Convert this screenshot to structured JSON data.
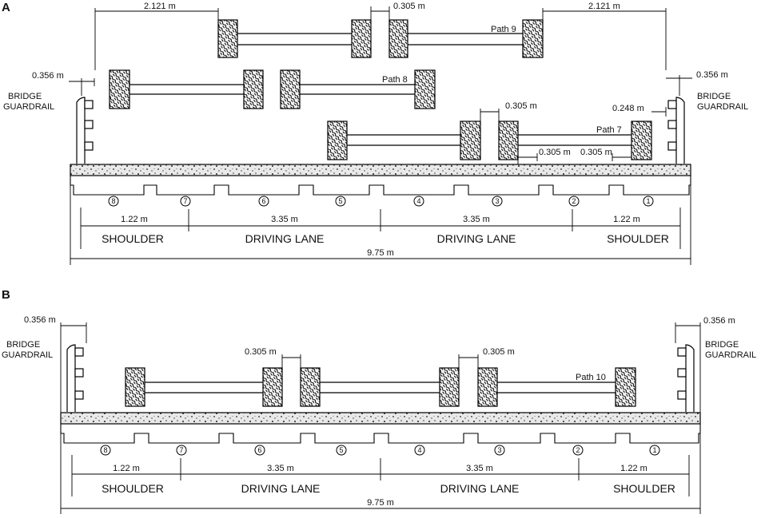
{
  "panels": [
    {
      "letter": "A",
      "labels": {
        "guard_left_1": "BRIDGE",
        "guard_left_2": "GUARDRAIL",
        "guard_right_1": "BRIDGE",
        "guard_right_2": "GUARDRAIL",
        "offset_left": "0.356 m",
        "offset_right": "0.356 m",
        "path9_left_gap": "2.121 m",
        "path9_mid_gap": "0.305 m",
        "path9_right_gap": "2.121 m",
        "path9": "Path 9",
        "path8": "Path 8",
        "path7": "Path 7",
        "path7_mid_gap": "0.305 m",
        "path7_right_gap": "0.248 m",
        "path7_gap_a": "0.305 m",
        "path7_gap_b": "0.305 m"
      },
      "girders": [
        "8",
        "7",
        "6",
        "5",
        "4",
        "3",
        "2",
        "1"
      ],
      "dims": [
        "1.22 m",
        "3.35 m",
        "3.35 m",
        "1.22 m"
      ],
      "lanes": [
        "SHOULDER",
        "DRIVING LANE",
        "DRIVING LANE",
        "SHOULDER"
      ],
      "total": "9.75 m"
    },
    {
      "letter": "B",
      "labels": {
        "guard_left_1": "BRIDGE",
        "guard_left_2": "GUARDRAIL",
        "guard_right_1": "BRIDGE",
        "guard_right_2": "GUARDRAIL",
        "offset_left": "0.356 m",
        "offset_right": "0.356 m",
        "gap_left": "0.305 m",
        "gap_right": "0.305 m",
        "path10": "Path 10"
      },
      "girders": [
        "8",
        "7",
        "6",
        "5",
        "4",
        "3",
        "2",
        "1"
      ],
      "dims": [
        "1.22 m",
        "3.35 m",
        "3.35 m",
        "1.22 m"
      ],
      "lanes": [
        "SHOULDER",
        "DRIVING LANE",
        "DRIVING LANE",
        "SHOULDER"
      ],
      "total": "9.75 m"
    }
  ]
}
